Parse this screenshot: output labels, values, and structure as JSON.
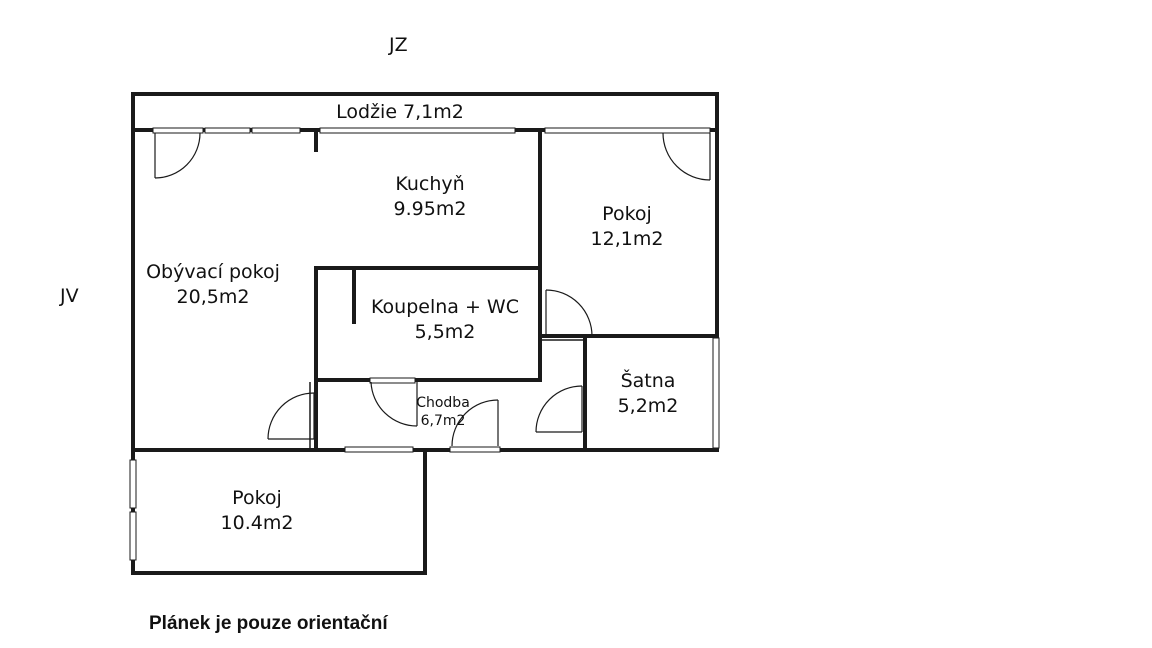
{
  "compass": {
    "north_label": "JZ",
    "west_label": "JV"
  },
  "rooms": {
    "lodzie": {
      "label": "Lodžie 7,1m2"
    },
    "kuchyn": {
      "name": "Kuchyň",
      "area": "9.95m2"
    },
    "pokoj_east": {
      "name": "Pokoj",
      "area": "12,1m2"
    },
    "obyvaci": {
      "name": "Obývací pokoj",
      "area": "20,5m2"
    },
    "koupelna": {
      "name": "Koupelna + WC",
      "area": "5,5m2"
    },
    "satna": {
      "name": "Šatna",
      "area": "5,2m2"
    },
    "chodba": {
      "name": "Chodba",
      "area": "6,7m2"
    },
    "pokoj_south": {
      "name": "Pokoj",
      "area": "10.4m2"
    }
  },
  "disclaimer": "Plánek je pouze orientační"
}
